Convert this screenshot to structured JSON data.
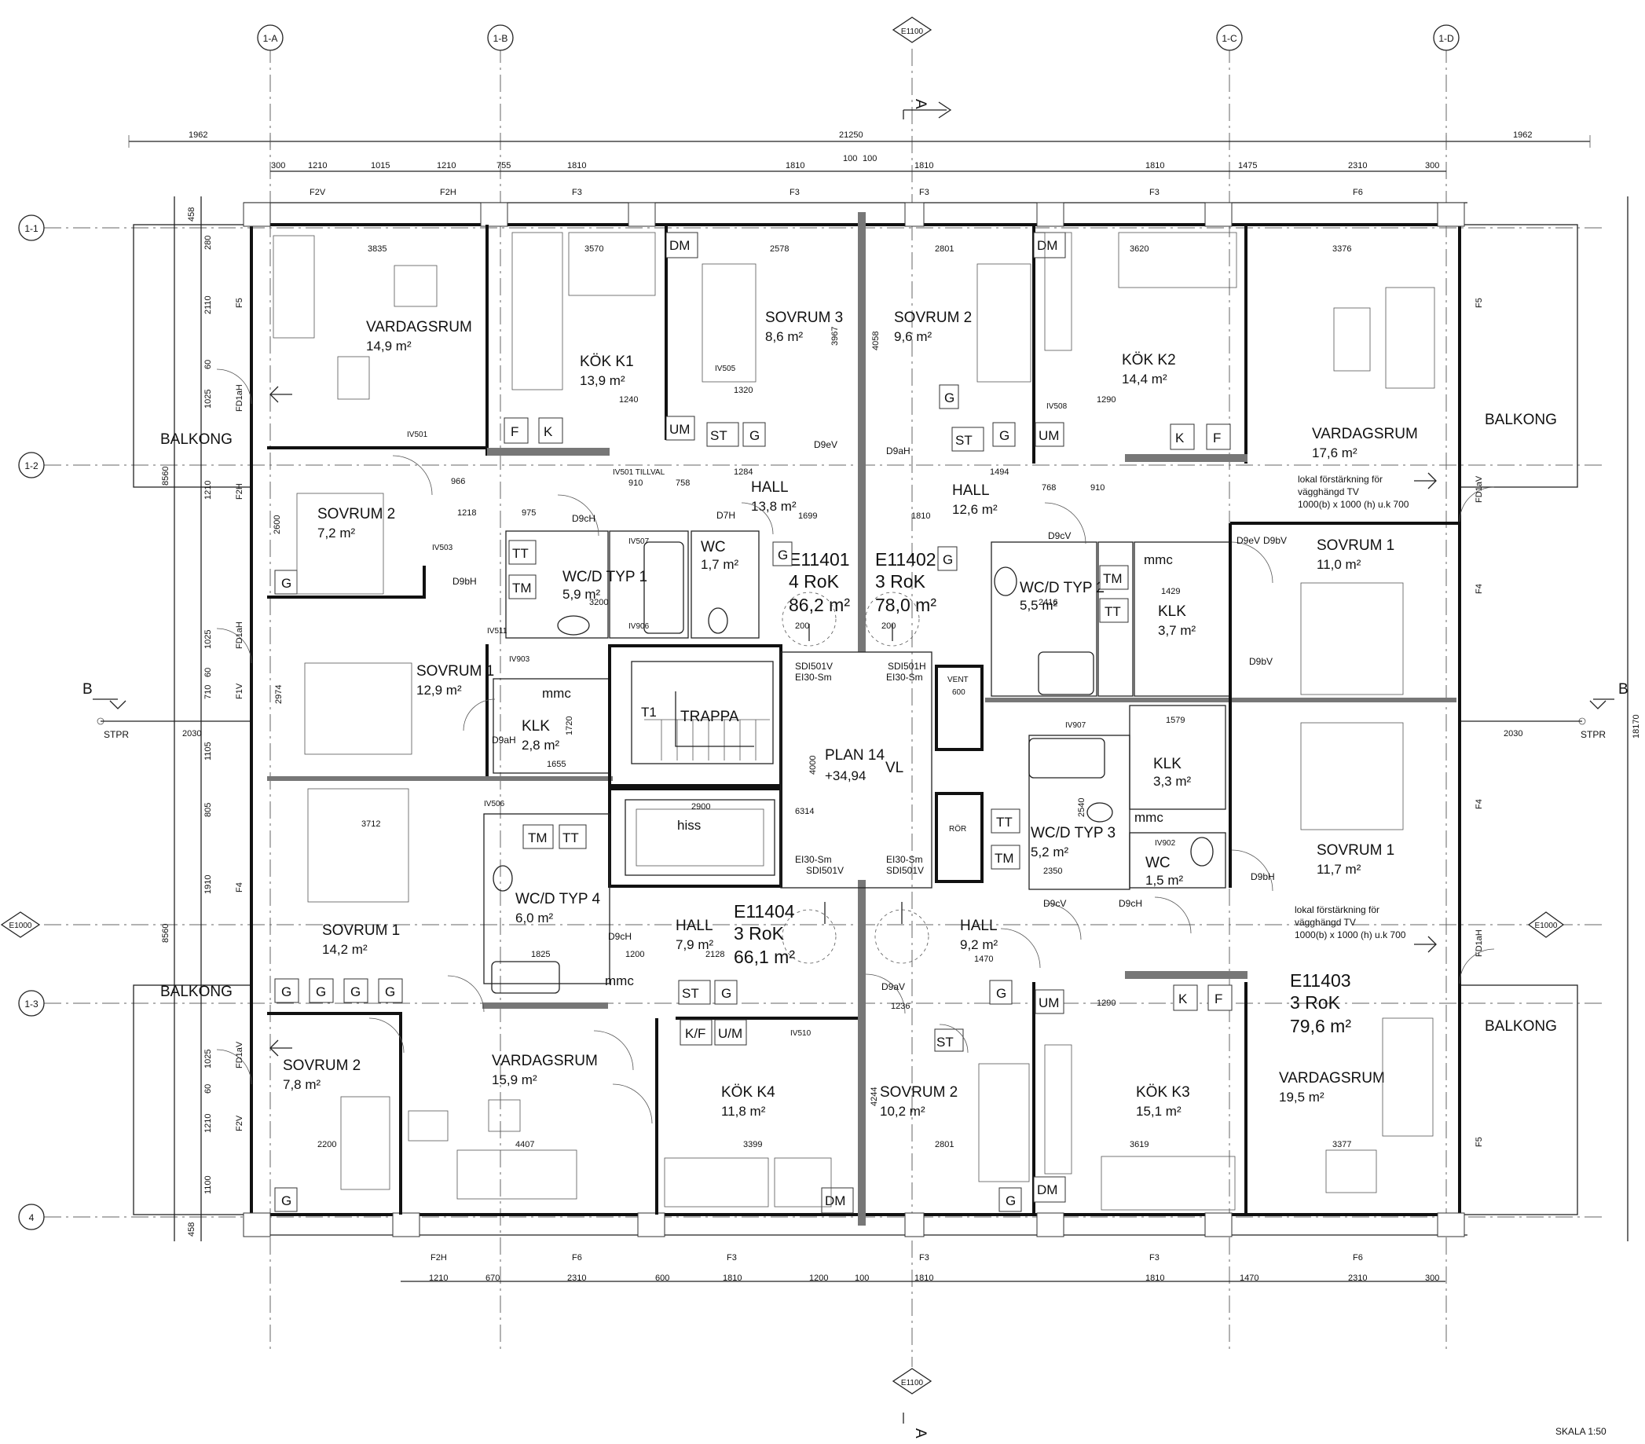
{
  "grid_top": [
    "1-A",
    "1-B",
    "E1100",
    "1-C",
    "1-D"
  ],
  "grid_left": [
    "1-1",
    "1-2",
    "E1000",
    "1-3",
    "4"
  ],
  "section_marks": {
    "a": "A",
    "b": "B",
    "e1000_right": "E1000",
    "e1100_bottom": "E1100"
  },
  "scale": "SKALA 1:50",
  "plan_label": "PLAN 14",
  "plan_level": "+34,94",
  "dims_overall": [
    "1962",
    "21250",
    "1962"
  ],
  "dims_top": [
    "300",
    "1210",
    "1015",
    "1210",
    "755",
    "1810",
    "1810",
    "100",
    "100",
    "1810",
    "1810",
    "1475",
    "2310",
    "300"
  ],
  "dims_bottom": [
    "1210",
    "670",
    "2310",
    "600",
    "1810",
    "1200",
    "100",
    "1810",
    "1810",
    "1470",
    "2310",
    "300"
  ],
  "dims_right": "18170",
  "dims_left": [
    "458",
    "280",
    "2110",
    "60",
    "1025",
    "8560",
    "1210",
    "2600",
    "1025",
    "60",
    "710",
    "1105",
    "805",
    "1910",
    "8560",
    "1025",
    "60",
    "1210",
    "1100",
    "458"
  ],
  "window_types_top": [
    "F2V",
    "F2H",
    "F3",
    "F3",
    "F3",
    "F3",
    "F6"
  ],
  "window_types_bottom": [
    "F2H",
    "F6",
    "F3",
    "F3",
    "F3",
    "F6"
  ],
  "window_types_side": [
    "F5",
    "FD1aH",
    "F2H",
    "FD1aH",
    "F1V",
    "F4",
    "FD1aV",
    "F2V",
    "F5",
    "FD1aV",
    "F4",
    "F4",
    "FD1aH",
    "F5"
  ],
  "stpr": "STPR",
  "dims_stpr": "2030",
  "balconies": [
    "BALKONG",
    "BALKONG",
    "BALKONG",
    "BALKONG"
  ],
  "apartments": [
    {
      "id": "E11401",
      "type": "4 RoK",
      "area": "86,2 m²"
    },
    {
      "id": "E11402",
      "type": "3 RoK",
      "area": "78,0 m²"
    },
    {
      "id": "E11403",
      "type": "3 RoK",
      "area": "79,6 m²"
    },
    {
      "id": "E11404",
      "type": "3 RoK",
      "area": "66,1 m²"
    }
  ],
  "rooms": [
    {
      "name": "VARDAGSRUM",
      "area": "14,9 m²"
    },
    {
      "name": "KÖK K1",
      "area": "13,9 m²"
    },
    {
      "name": "SOVRUM 3",
      "area": "8,6 m²"
    },
    {
      "name": "SOVRUM 2",
      "area": "9,6 m²"
    },
    {
      "name": "KÖK K2",
      "area": "14,4 m²"
    },
    {
      "name": "VARDAGSRUM",
      "area": "17,6 m²"
    },
    {
      "name": "SOVRUM 2",
      "area": "7,2 m²"
    },
    {
      "name": "HALL",
      "area": "13,8 m²"
    },
    {
      "name": "HALL",
      "area": "12,6 m²"
    },
    {
      "name": "WC/D TYP 1",
      "area": "5,9 m²"
    },
    {
      "name": "WC",
      "area": "1,7 m²"
    },
    {
      "name": "WC/D TYP 2",
      "area": "5,5 m²"
    },
    {
      "name": "KLK",
      "area": "3,7 m²"
    },
    {
      "name": "SOVRUM 1",
      "area": "11,0 m²"
    },
    {
      "name": "SOVRUM 1",
      "area": "12,9 m²"
    },
    {
      "name": "KLK",
      "area": "2,8 m²"
    },
    {
      "name": "KLK",
      "area": "3,3 m²"
    },
    {
      "name": "WC/D TYP 3",
      "area": "5,2 m²"
    },
    {
      "name": "WC",
      "area": "1,5 m²"
    },
    {
      "name": "SOVRUM 1",
      "area": "11,7 m²"
    },
    {
      "name": "WC/D TYP 4",
      "area": "6,0 m²"
    },
    {
      "name": "SOVRUM 1",
      "area": "14,2 m²"
    },
    {
      "name": "HALL",
      "area": "7,9 m²"
    },
    {
      "name": "HALL",
      "area": "9,2 m²"
    },
    {
      "name": "SOVRUM 2",
      "area": "7,8 m²"
    },
    {
      "name": "VARDAGSRUM",
      "area": "15,9 m²"
    },
    {
      "name": "KÖK K4",
      "area": "11,8 m²"
    },
    {
      "name": "SOVRUM 2",
      "area": "10,2 m²"
    },
    {
      "name": "KÖK K3",
      "area": "15,1 m²"
    },
    {
      "name": "VARDAGSRUM",
      "area": "19,5 m²"
    }
  ],
  "core": {
    "stair": "TRAPPA",
    "stair_tag": "T1",
    "lift": "hiss",
    "vl": "VL",
    "vent": "VENT",
    "vent_dim": "600",
    "ror": "RÖR"
  },
  "fixture_labels": [
    "DM",
    "DM",
    "DM",
    "DM",
    "UM",
    "UM",
    "UM",
    "G",
    "G",
    "G",
    "G",
    "G",
    "G",
    "G",
    "G",
    "G",
    "G",
    "G",
    "G",
    "G",
    "G",
    "F",
    "K",
    "K",
    "F",
    "K",
    "F",
    "ST",
    "ST",
    "ST",
    "ST",
    "TT",
    "TM",
    "TM",
    "TT",
    "TT",
    "TM",
    "TM",
    "TT",
    "mmc",
    "mmc",
    "mmc",
    "mmc",
    "K/F",
    "U/M"
  ],
  "tv_note": [
    "lokal förstärkning för",
    "vägghängd TV",
    "1000(b) x 1000 (h) u.k 700"
  ],
  "door_tags": [
    "D9cH",
    "D7H",
    "D9eV",
    "D9aH",
    "D9cV",
    "D9bV",
    "D9bH",
    "D9cH",
    "D9bH",
    "D9cV",
    "D9aV",
    "D9bV",
    "D9aH",
    "D9cH",
    "D9eV"
  ],
  "fire_tags": [
    "SDI501V",
    "EI30-Sm",
    "SDI501H",
    "EI30-Sm",
    "EI30-Sm",
    "SDI501V",
    "EI30-Sm",
    "SDI501V"
  ],
  "wall_tags": [
    "IV501",
    "IV501 TILLVAL",
    "IV503",
    "IV505",
    "IV506",
    "IV507",
    "IV508",
    "IV510",
    "IV511",
    "IV902",
    "IV903",
    "IV906",
    "IV907"
  ],
  "inner_dims": [
    "3835",
    "3570",
    "2578",
    "2801",
    "3620",
    "3376",
    "966",
    "1218",
    "975",
    "1284",
    "1699",
    "1494",
    "1810",
    "1429",
    "1579",
    "2900",
    "6314",
    "3712",
    "1825",
    "1200",
    "2128",
    "1470",
    "1236",
    "1290",
    "2200",
    "4407",
    "3399",
    "2801",
    "3619",
    "3377",
    "1240",
    "1290",
    "3200",
    "2416",
    "2350",
    "4000",
    "3967",
    "4058",
    "4244",
    "2540",
    "2974",
    "1720",
    "1655",
    "1320",
    "910",
    "758",
    "768",
    "910",
    "200",
    "200"
  ]
}
